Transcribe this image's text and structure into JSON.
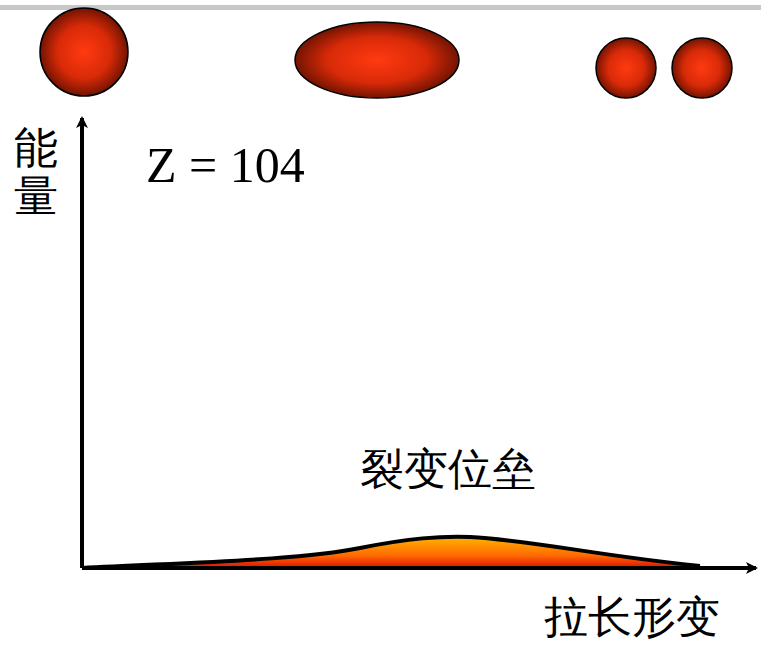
{
  "diagram": {
    "labels": [
      "能量",
      "Z = 104",
      "裂变位垒",
      "拉长形变"
    ]
  }
}
